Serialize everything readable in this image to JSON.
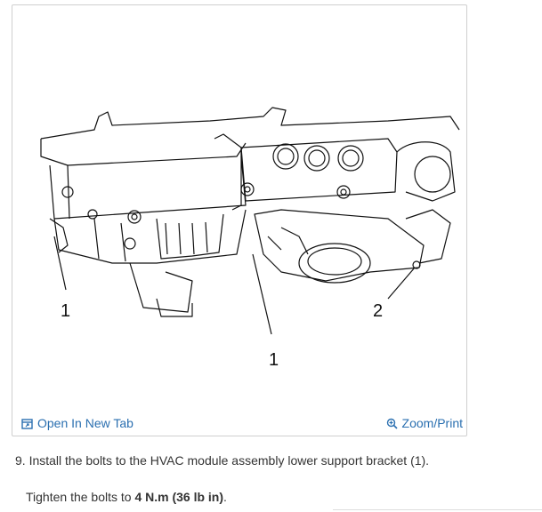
{
  "figure": {
    "callouts": [
      "1",
      "1",
      "2"
    ]
  },
  "toolbar": {
    "open_label": "Open In New Tab",
    "zoom_label": "Zoom/Print",
    "open_icon": "open-in-new-tab-icon",
    "zoom_icon": "zoom-icon"
  },
  "instructions": {
    "step_text": "9. Install the bolts to the HVAC module assembly lower support bracket (1).",
    "torque_prefix": "Tighten the bolts to ",
    "torque_value": "4 N.m (36 lb in)",
    "torque_suffix": "."
  }
}
